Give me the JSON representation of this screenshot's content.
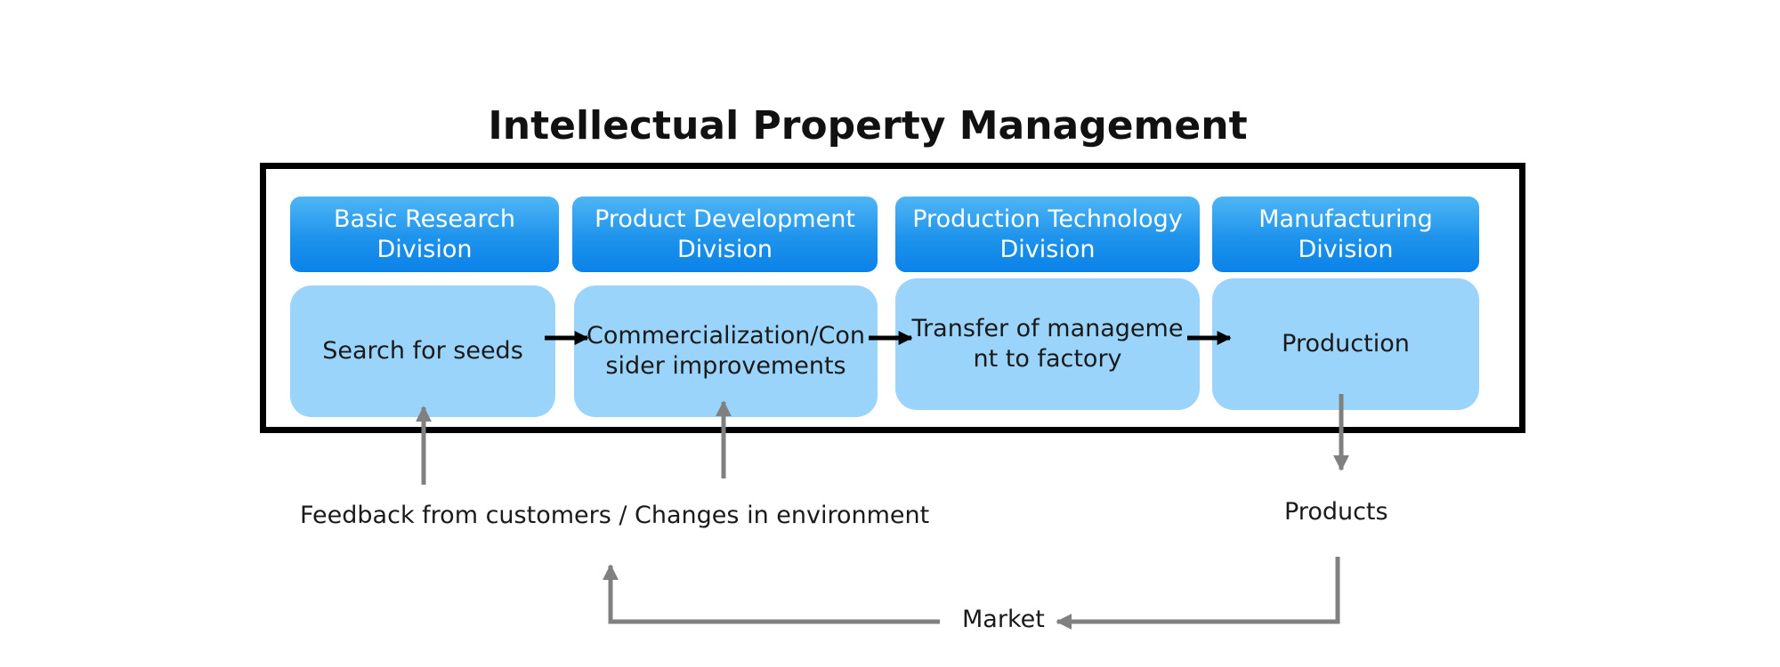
{
  "title": "Intellectual Property Management",
  "divisions": [
    {
      "name": "Basic Research Division",
      "activity": "Search for seeds"
    },
    {
      "name": "Product Development Division",
      "activity": "Commercialization/Consider improvements"
    },
    {
      "name": "Production Technology Division",
      "activity": "Transfer of management to factory"
    },
    {
      "name": "Manufacturing Division",
      "activity": "Production"
    }
  ],
  "labels": {
    "feedback": "Feedback from customers / Changes in environment",
    "products": "Products",
    "market": "Market"
  },
  "colors": {
    "division_fill_top": "#4fb6f5",
    "division_fill_bottom": "#0a82e8",
    "activity_fill": "#9bd4fb",
    "frame": "#000000",
    "flow_arrow": "#000000",
    "feedback_arrow": "#808080"
  }
}
